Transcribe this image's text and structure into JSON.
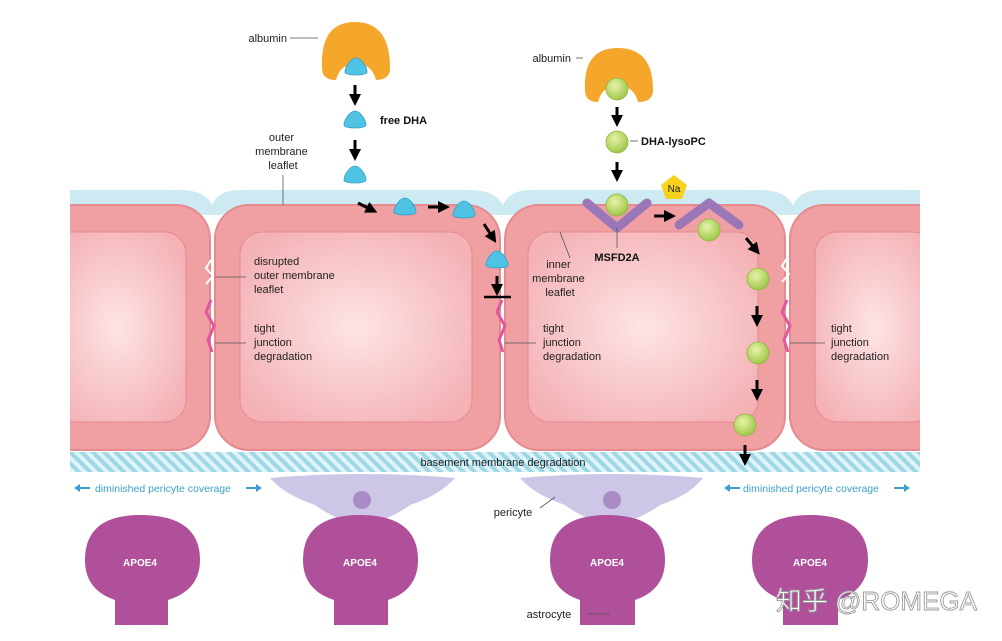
{
  "labels": {
    "albumin_left": "albumin",
    "albumin_right": "albumin",
    "free_dha": "free DHA",
    "dha_lysopc": "DHA-lysoPC",
    "sodium": "Na",
    "outer_membrane_leaflet": [
      "outer",
      "membrane",
      "leaflet"
    ],
    "disrupted_outer_membrane_leaflet": [
      "disrupted",
      "outer membrane",
      "leaflet"
    ],
    "tight_junction_degradation": [
      "tight",
      "junction",
      "degradation"
    ],
    "inner_membrane_leaflet": [
      "inner",
      "membrane",
      "leaflet"
    ],
    "msfd2a": "MSFD2A",
    "basement_membrane_degradation": "basement membrane degradation",
    "diminished_pericyte_coverage": "diminished pericyte coverage",
    "pericyte": "pericyte",
    "apoe4": "APOE4",
    "astrocyte": "astrocyte"
  },
  "watermark": "知乎 @ROMEGA",
  "colors": {
    "albumin": "#f4a72a",
    "free_dha": "#4fc3e3",
    "dha_lysopc": "#b5d65a",
    "msfd2a": "#9a78b8",
    "sodium": "#f6d21d",
    "cell": "#f0a0a3",
    "cell_border": "#e58a8f",
    "outer_leaflet": "#cdeaf3",
    "basement_membrane": "#9fd8e5",
    "pericyte": "#cdc6e6",
    "apoe4": "#b0509a",
    "tight_junction": "#e0589b",
    "arrow": "#000000"
  }
}
